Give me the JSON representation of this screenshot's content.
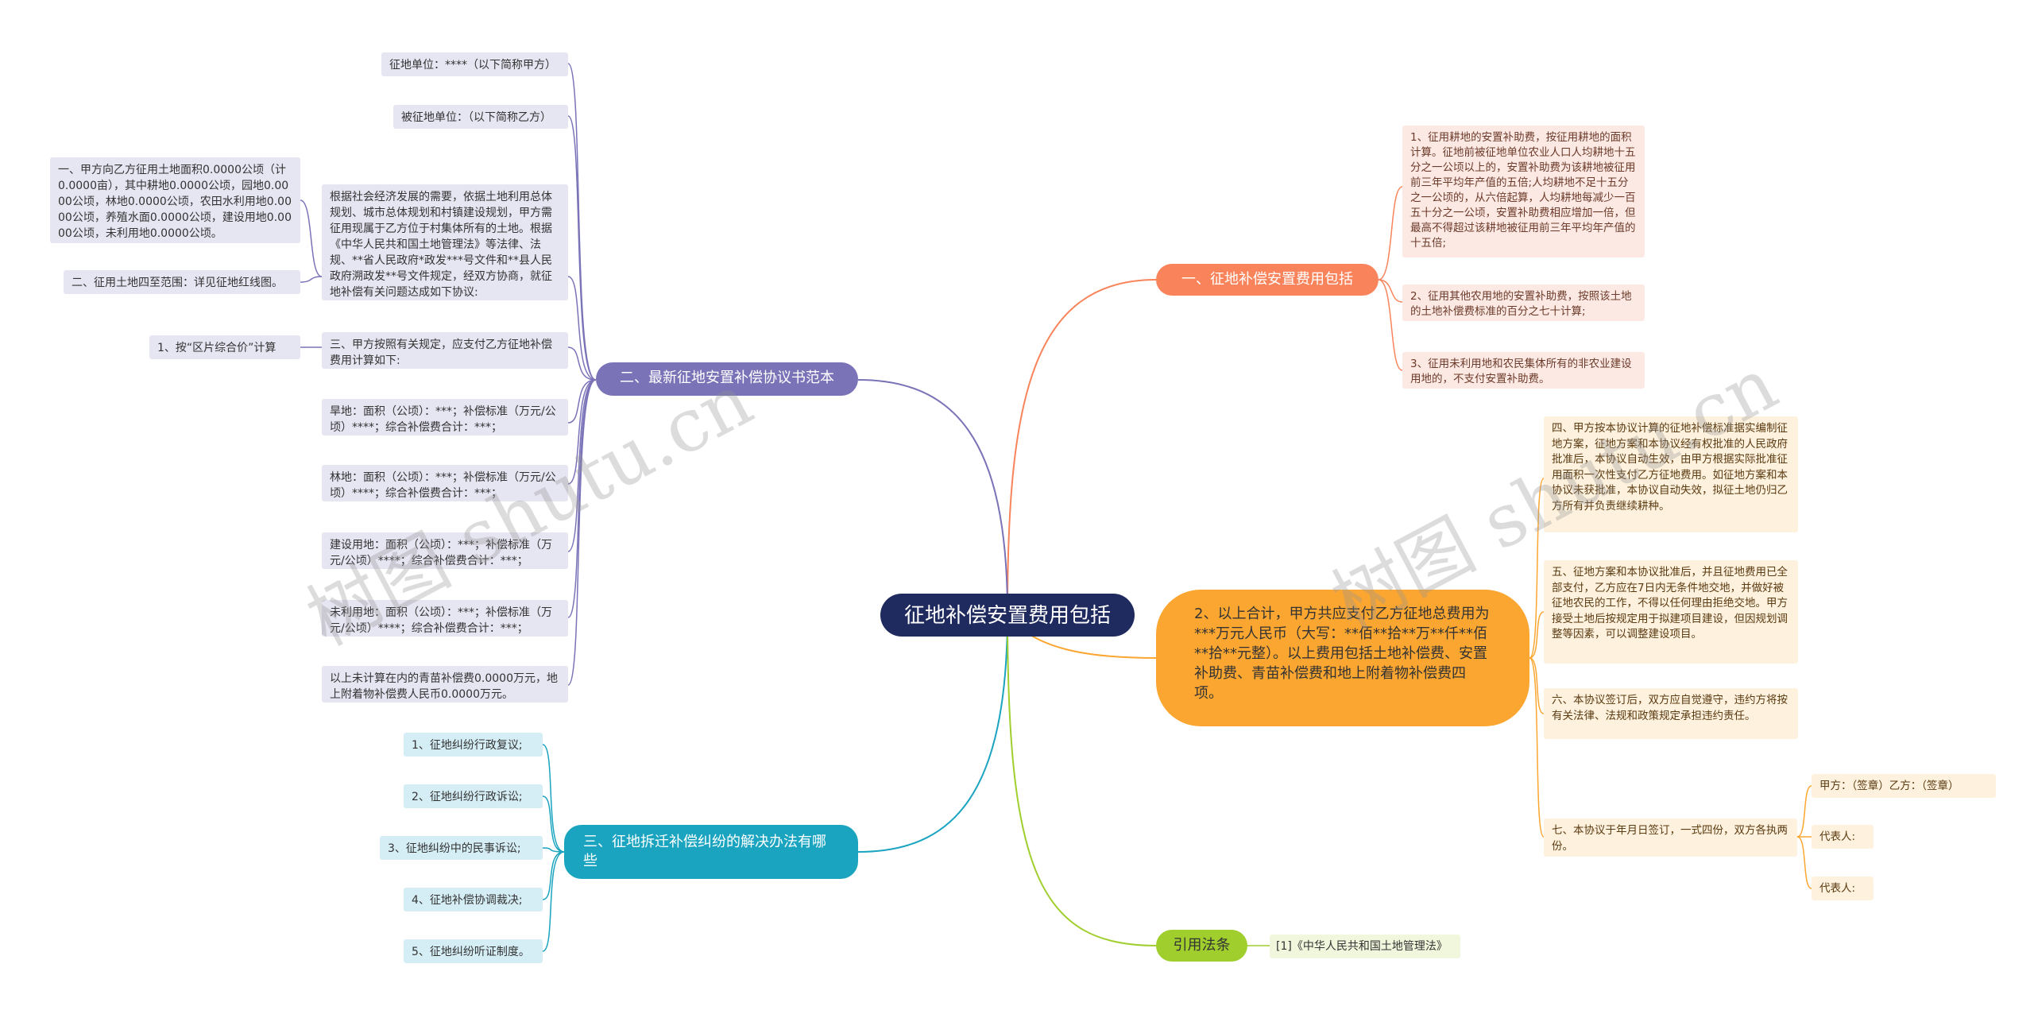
{
  "center": "征地补偿安置费用包括",
  "branch1": {
    "title": "一、征地补偿安置费用包括",
    "items": [
      "1、征用耕地的安置补助费，按征用耕地的面积计算。征地前被征地单位农业人口人均耕地十五分之一公顷以上的，安置补助费为该耕地被征用前三年平均年产值的五倍;人均耕地不足十五分之一公顷的，从六倍起算，人均耕地每减少一百五十分之一公顷，安置补助费相应增加一倍，但最高不得超过该耕地被征用前三年平均年产值的十五倍;",
      "2、征用其他农用地的安置补助费，按照该土地的土地补偿费标准的百分之七十计算;",
      "3、征用未利用地和农民集体所有的非农业建设用地的，不支付安置补助费。"
    ]
  },
  "branch2": {
    "title": "二、最新征地安置补偿协议书范本",
    "items": [
      "征地单位：****（以下简称甲方）",
      "被征地单位：（以下简称乙方）",
      "根据社会经济发展的需要，依据土地利用总体规划、城市总体规划和村镇建设规划，甲方需征用现属于乙方位于村集体所有的土地。根据《中华人民共和国土地管理法》等法律、法规、**省人民政府*政发***号文件和**县人民政府溯政发**号文件规定，经双方协商，就征地补偿有关问题达成如下协议:",
      "三、甲方按照有关规定，应支付乙方征地补偿费用计算如下:",
      "旱地：面积（公顷）：***；补偿标准（万元/公顷）****；综合补偿费合计：***；",
      "林地：面积（公顷）：***；补偿标准（万元/公顷）****；综合补偿费合计：***；",
      "建设用地：面积（公顷）：***；补偿标准（万元/公顷）****；综合补偿费合计：***；",
      "未利用地：面积（公顷）：***；补偿标准（万元/公顷）****；综合补偿费合计：***；",
      "以上未计算在内的青苗补偿费0.0000万元，地上附着物补偿费人民币0.0000万元。"
    ],
    "sub_of_agreement": [
      "一、甲方向乙方征用土地面积0.0000公顷（计0.0000亩），其中耕地0.0000公顷，园地0.0000公顷，林地0.0000公顷，农田水利用地0.0000公顷，养殖水面0.0000公顷，建设用地0.0000公顷，未利用地0.0000公顷。",
      "二、征用土地四至范围：详见征地红线图。"
    ],
    "sub_of_fee": "1、按“区片综合价”计算"
  },
  "branch3": {
    "title": "三、征地拆迁补偿纠纷的解决办法有哪些",
    "items": [
      "1、征地纠纷行政复议;",
      "2、征地纠纷行政诉讼;",
      "3、征地纠纷中的民事诉讼;",
      "4、征地补偿协调裁决;",
      "5、征地纠纷听证制度。"
    ]
  },
  "branch4": {
    "title": "2、以上合计，甲方共应支付乙方征地总费用为***万元人民币（大写：**佰**拾**万**仟**佰**拾**元整）。以上费用包括土地补偿费、安置补助费、青苗补偿费和地上附着物补偿费四项。",
    "items": [
      "四、甲方按本协议计算的征地补偿标准据实编制征地方案，征地方案和本协议经有权批准的人民政府批准后，本协议自动生效，由甲方根据实际批准征用面积一次性支付乙方征地费用。如征地方案和本协议未获批准，本协议自动失效，拟征土地仍归乙方所有并负责继续耕种。",
      "五、征地方案和本协议批准后，并且征地费用已全部支付，乙方应在7日内无条件地交地，并做好被征地农民的工作，不得以任何理由拒绝交地。甲方接受土地后按规定用于拟建项目建设，但因规划调整等因素，可以调整建设项目。",
      "六、本协议签订后，双方应自觉遵守，违约方将按有关法律、法规和政策规定承担违约责任。",
      "七、本协议于年月日签订，一式四份，双方各执两份。"
    ],
    "signatures": [
      "甲方：（签章）乙方：（签章）",
      "代表人:",
      "代表人:"
    ]
  },
  "branch5": {
    "title": "引用法条",
    "items": [
      "[1]《中华人民共和国土地管理法》"
    ]
  },
  "watermarks": [
    "树图 shutu.cn",
    "树图 shutu.cn"
  ],
  "colors": {
    "center": "#1f2a5f",
    "branch1": "#f9845c",
    "branch2": "#7a73b8",
    "branch3": "#1aa4c0",
    "branch4": "#fba630",
    "branch5": "#9fce2d"
  }
}
